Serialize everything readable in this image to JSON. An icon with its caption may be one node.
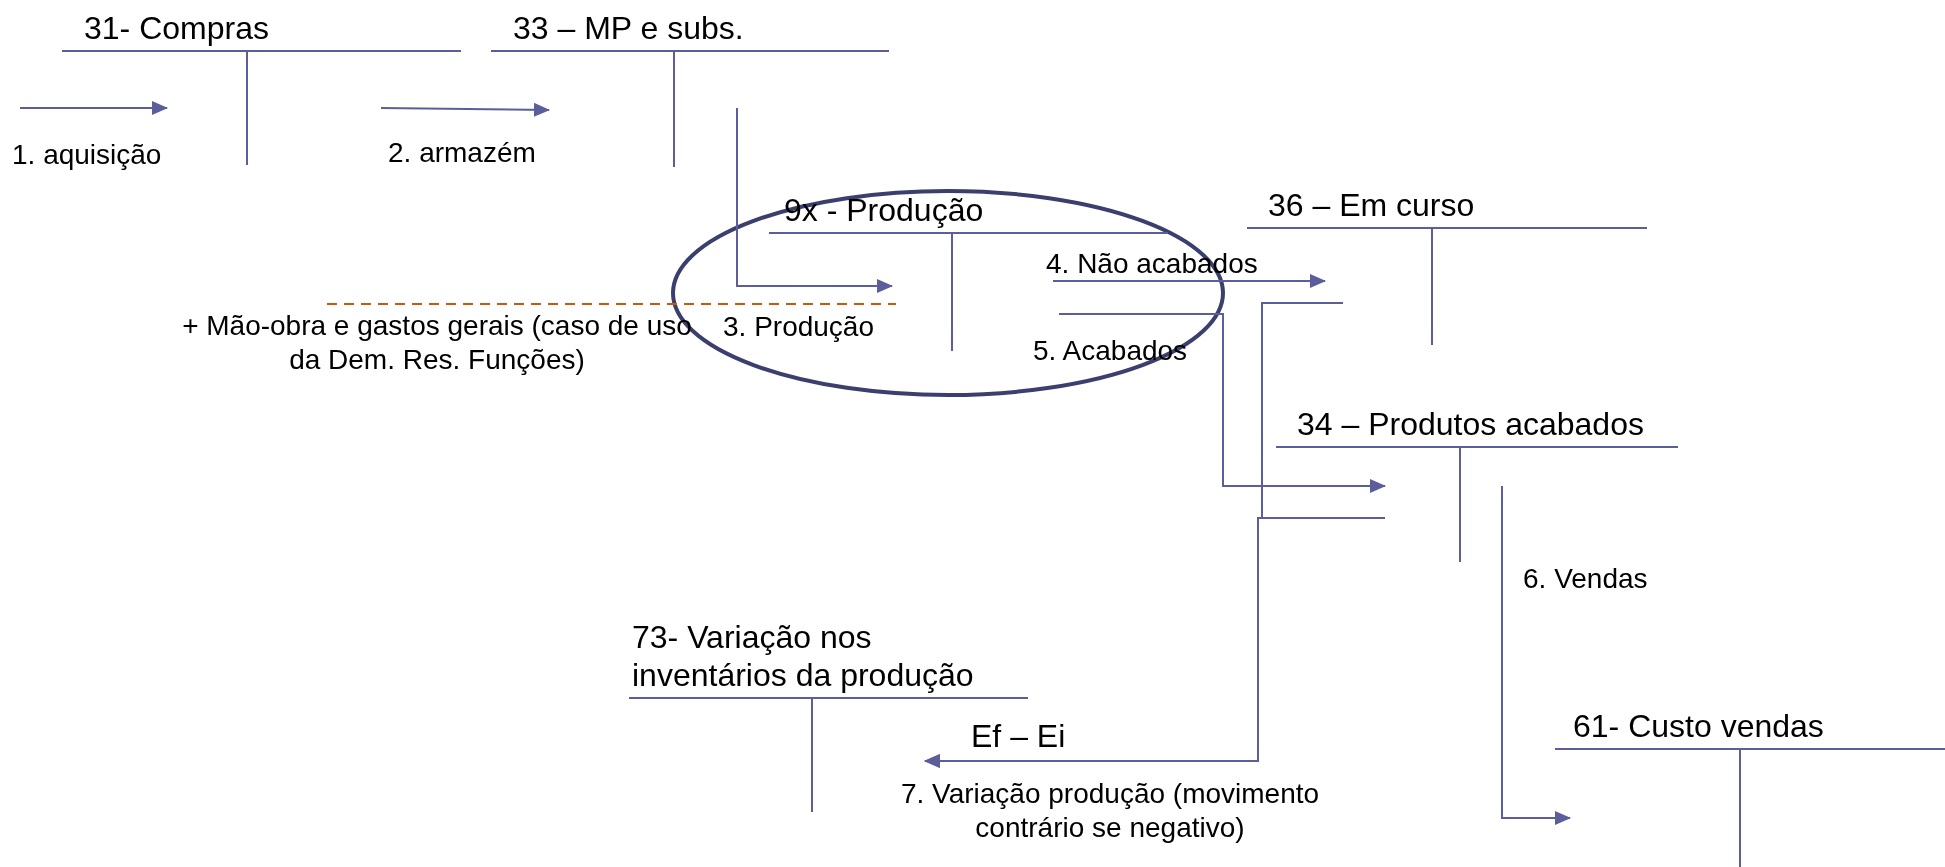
{
  "diagram": {
    "nodes": [
      {
        "text": [
          "31- Compras"
        ]
      },
      {
        "text": [
          "33 – MP e subs."
        ]
      },
      {
        "text": [
          "9x - Produção"
        ]
      },
      {
        "text": [
          "36 – Em curso"
        ]
      },
      {
        "text": [
          "34 – Produtos acabados"
        ]
      },
      {
        "text": [
          "73- Variação nos inventários da produção"
        ]
      },
      {
        "text": [
          "61- Custo vendas"
        ]
      }
    ],
    "edges": [
      {
        "from": null,
        "to": 0,
        "arrow": "to",
        "label": "1. aquisição"
      },
      {
        "from": 0,
        "to": 1,
        "arrow": "to",
        "label": "2. armazém"
      },
      {
        "from": 1,
        "to": 2,
        "arrow": "to",
        "label": "3. Produção"
      },
      {
        "from": 2,
        "to": 3,
        "arrow": "to",
        "label": "4. Não acabados"
      },
      {
        "from": 2,
        "to": 4,
        "arrow": "to",
        "label": "5. Acabados"
      },
      {
        "from": 4,
        "to": 6,
        "arrow": "to",
        "label": "6. Vendas"
      },
      {
        "from": null,
        "to": 2,
        "arrow": "none",
        "style": "dashed",
        "color": "#c55a11",
        "label": "+ Mão-obra e gastos gerais (caso de uso da Dem. Res. Funções)"
      },
      {
        "from": 3,
        "to": 5,
        "arrow": "to"
      },
      {
        "from": 4,
        "to": 5,
        "arrow": "to",
        "label": "7. Variação produção (movimento contrário se negativo)"
      }
    ],
    "labels": [
      "Ef – Ei"
    ]
  }
}
